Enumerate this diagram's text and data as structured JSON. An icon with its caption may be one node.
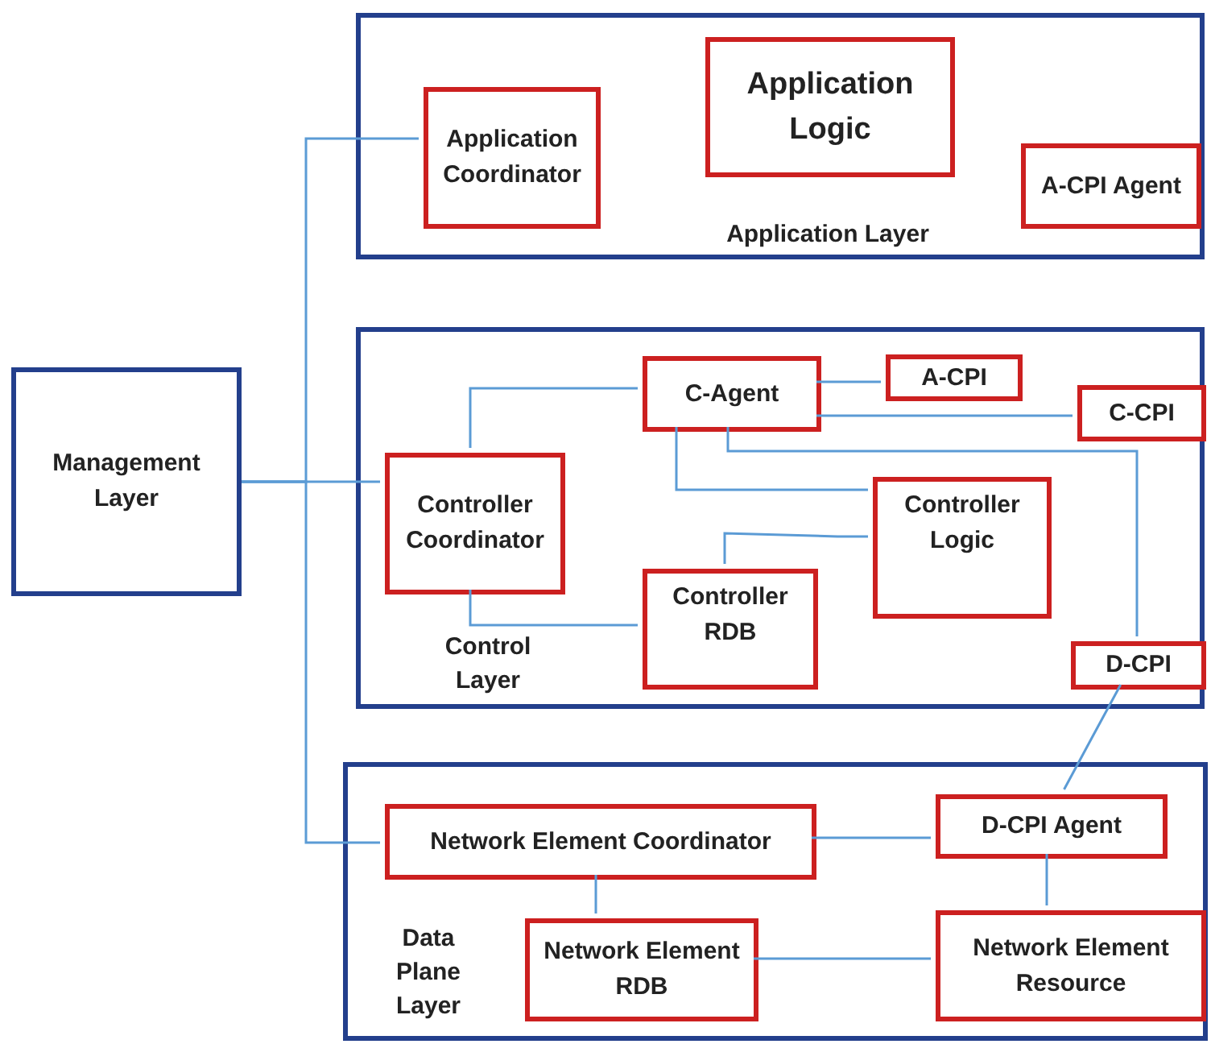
{
  "diagram": {
    "nodes": [
      {
        "text": [
          "Application Layer"
        ]
      },
      {
        "text": [
          "Application Coordinator"
        ],
        "in": 0
      },
      {
        "text": [
          "Application Logic"
        ],
        "in": 0
      },
      {
        "text": [
          "A-CPI Agent"
        ],
        "in": 0
      },
      {
        "text": [
          "Management Layer"
        ]
      },
      {
        "text": [
          "Control Layer"
        ]
      },
      {
        "text": [
          "C-Agent"
        ],
        "in": 5
      },
      {
        "text": [
          "A-CPI"
        ],
        "in": 5
      },
      {
        "text": [
          "C-CPI"
        ],
        "in": 5
      },
      {
        "text": [
          "Controller Coordinator"
        ],
        "in": 5
      },
      {
        "text": [
          "Controller Logic"
        ],
        "in": 5
      },
      {
        "text": [
          "Controller RDB"
        ],
        "in": 5
      },
      {
        "text": [
          "D-CPI"
        ],
        "in": 5
      },
      {
        "text": [
          "Data Plane Layer"
        ]
      },
      {
        "text": [
          "Network Element Coordinator"
        ],
        "in": 13
      },
      {
        "text": [
          "D-CPI Agent"
        ],
        "in": 13
      },
      {
        "text": [
          "Network Element RDB"
        ],
        "in": 13
      },
      {
        "text": [
          "Network Element Resource"
        ],
        "in": 13
      }
    ],
    "edges": [
      {
        "from": 4,
        "to": 1,
        "arrow": "none"
      },
      {
        "from": 4,
        "to": 9,
        "arrow": "none"
      },
      {
        "from": 4,
        "to": 14,
        "arrow": "none"
      },
      {
        "from": 9,
        "to": 6,
        "arrow": "none"
      },
      {
        "from": 6,
        "to": 7,
        "arrow": "none"
      },
      {
        "from": 6,
        "to": 8,
        "arrow": "none"
      },
      {
        "from": 6,
        "to": 10,
        "arrow": "none"
      },
      {
        "from": 6,
        "to": 12,
        "arrow": "none"
      },
      {
        "from": 11,
        "to": 10,
        "arrow": "none"
      },
      {
        "from": 9,
        "to": 11,
        "arrow": "none"
      },
      {
        "from": 12,
        "to": 15,
        "arrow": "none"
      },
      {
        "from": 14,
        "to": 15,
        "arrow": "none"
      },
      {
        "from": 14,
        "to": 16,
        "arrow": "none"
      },
      {
        "from": 16,
        "to": 17,
        "arrow": "none"
      },
      {
        "from": 15,
        "to": 17,
        "arrow": "none"
      }
    ]
  }
}
